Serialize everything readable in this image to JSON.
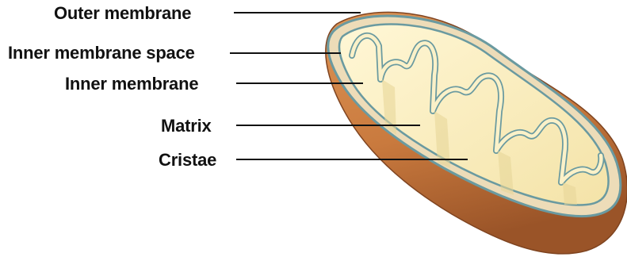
{
  "labels": {
    "outer_membrane": "Outer membrane",
    "inner_membrane_space": "Inner membrane space",
    "inner_membrane": "Inner membrane",
    "matrix": "Matrix",
    "cristae": "Cristae"
  },
  "colors": {
    "outer_shell": "#c97a3e",
    "outer_shell_dark": "#9a5428",
    "rim": "#eddcb8",
    "membrane_stroke": "#6a9aa0",
    "matrix_fill": "#fbf1c8",
    "fold_shadow": "#e8d79a",
    "label_text": "#111111"
  }
}
